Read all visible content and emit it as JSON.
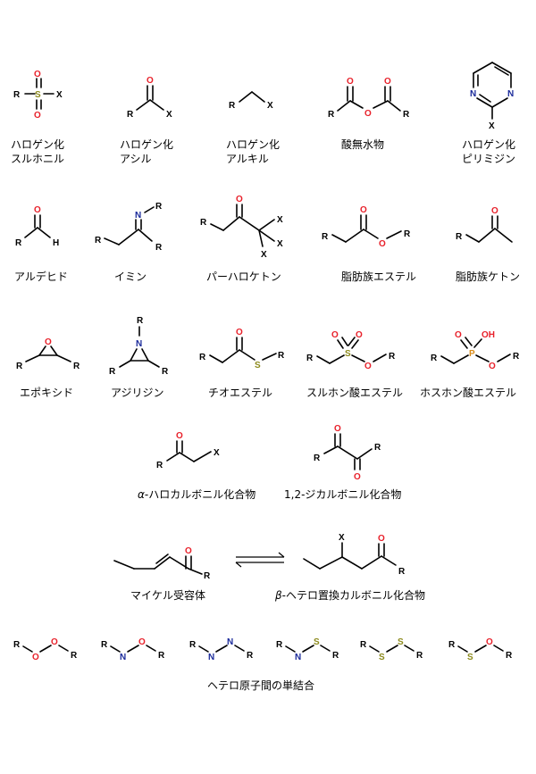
{
  "colors": {
    "bond": "#000000",
    "oxygen": "#e8202a",
    "nitrogen": "#1a2a9a",
    "sulfur": "#8c8a1c",
    "phosphorus": "#d98a16",
    "carbon_label": "#000000"
  },
  "labels": {
    "sulfonyl_halide": [
      "ハロゲン化",
      "スルホニル"
    ],
    "acyl_halide": [
      "ハロゲン化",
      "アシル"
    ],
    "alkyl_halide": [
      "ハロゲン化",
      "アルキル"
    ],
    "anhydride": [
      "酸無水物"
    ],
    "pyrimidine_halide": [
      "ハロゲン化",
      "ピリミジン"
    ],
    "aldehyde": [
      "アルデヒド"
    ],
    "imine": [
      "イミン"
    ],
    "perhaloketone": [
      "パーハロケトン"
    ],
    "aliphatic_ester": [
      "脂肪族エステル"
    ],
    "aliphatic_ketone": [
      "脂肪族ケトン"
    ],
    "epoxide": [
      "エポキシド"
    ],
    "aziridine": [
      "アジリジン"
    ],
    "thioester": [
      "チオエステル"
    ],
    "sulfonate_ester": [
      "スルホン酸エステル"
    ],
    "phosphonate_ester": [
      "ホスホン酸エステル"
    ],
    "alpha_halo_carbonyl": {
      "greek": "α",
      "text": "-ハロカルボニル化合物"
    },
    "dicarbonyl": [
      "1,2-ジカルボニル化合物"
    ],
    "michael_acceptor": [
      "マイケル受容体"
    ],
    "beta_hetero_carbonyl": {
      "greek": "β",
      "text": "-ヘテロ置換カルボニル化合物"
    },
    "heteroatom_single_bond": [
      "ヘテロ原子間の単結合"
    ]
  },
  "atoms": {
    "R": "R",
    "X": "X",
    "O": "O",
    "S": "S",
    "N": "N",
    "P": "P",
    "H": "H",
    "OH": "OH"
  }
}
